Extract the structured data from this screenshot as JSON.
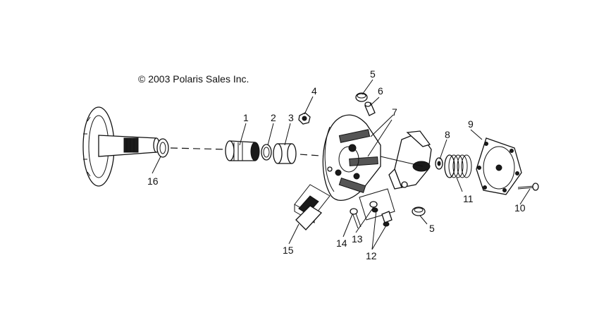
{
  "copyright": "© 2003 Polaris Sales Inc.",
  "callouts": {
    "c1": "1",
    "c2": "2",
    "c3": "3",
    "c4": "4",
    "c5a": "5",
    "c5b": "5",
    "c6": "6",
    "c7": "7",
    "c8": "8",
    "c9": "9",
    "c10": "10",
    "c11": "11",
    "c12": "12",
    "c13": "13",
    "c14": "14",
    "c15": "15",
    "c16": "16"
  }
}
